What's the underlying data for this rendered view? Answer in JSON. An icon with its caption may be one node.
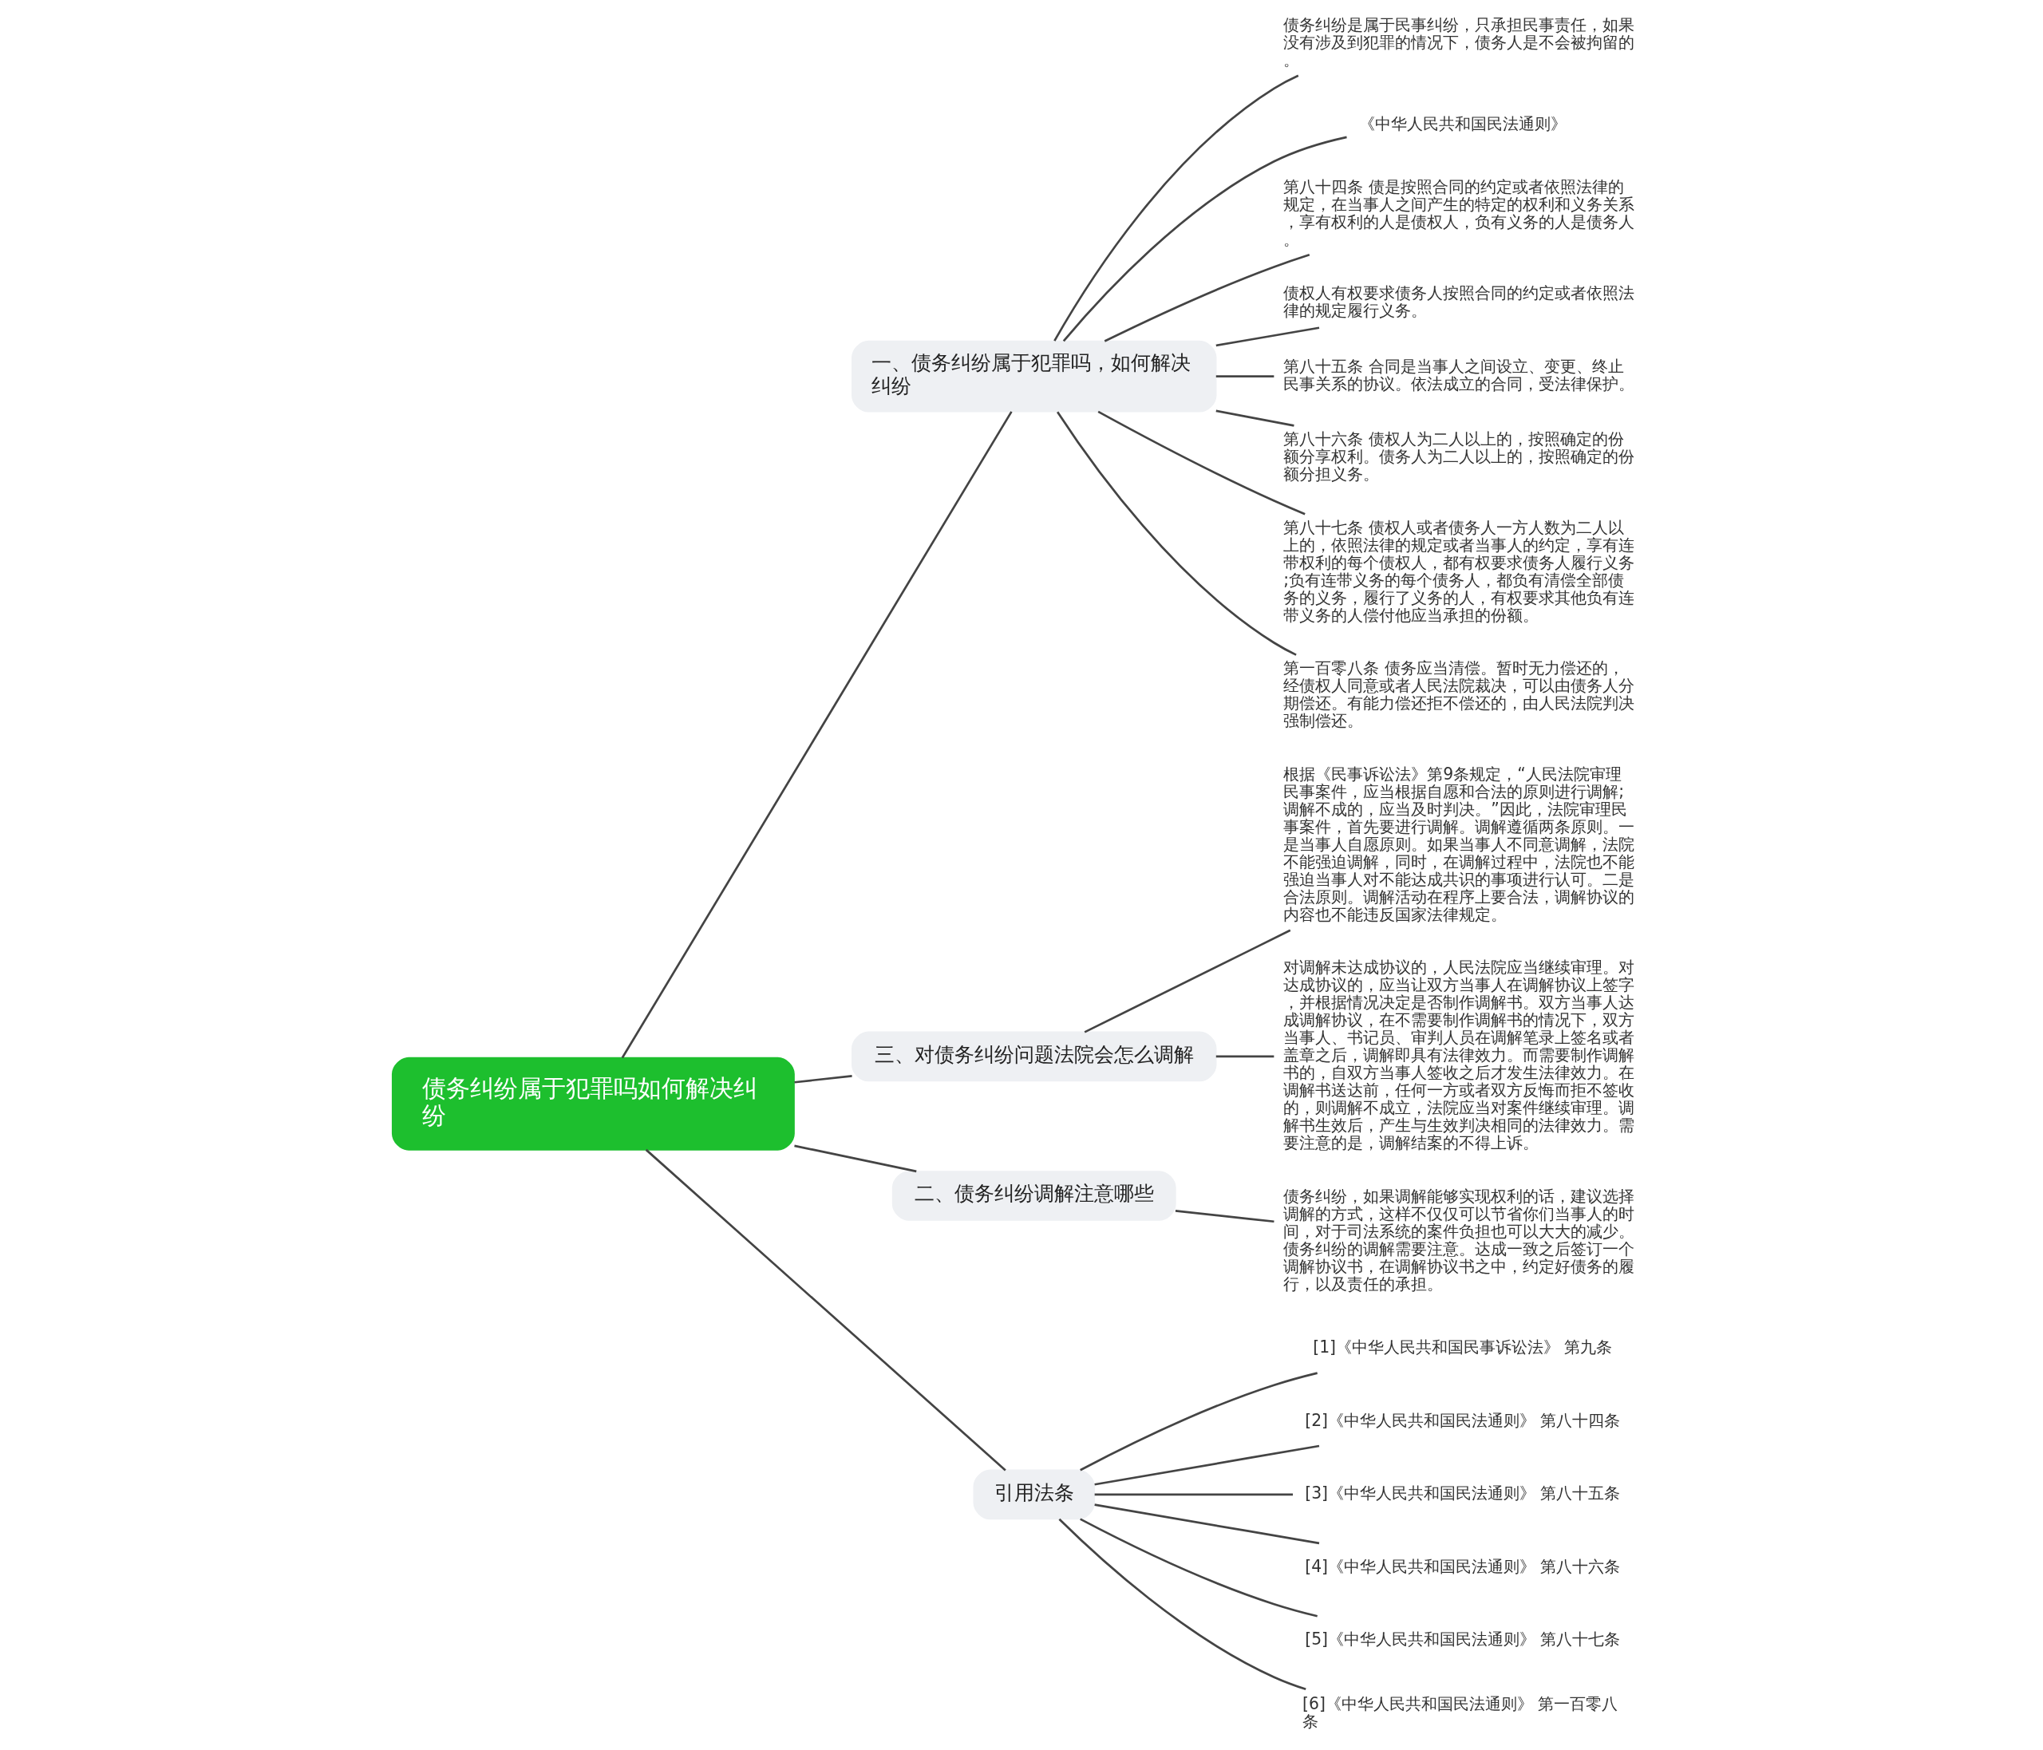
{
  "diagram": {
    "nodes": [
      {
        "text": [
          "债务纠纷属于犯罪吗如何解决纠纷"
        ]
      },
      {
        "text": [
          "一、债务纠纷属于犯罪吗，如何解决纠纷"
        ]
      },
      {
        "text": [
          "债务纠纷是属于民事纠纷，只承担民事责任，如果没有涉及到犯罪的情况下，债务人是不会被拘留的。"
        ]
      },
      {
        "text": [
          "《中华人民共和国民法通则》"
        ]
      },
      {
        "text": [
          "第八十四条 债是按照合同的约定或者依照法律的规定，在当事人之间产生的特定的权利和义务关系，享有权利的人是债权人，负有义务的人是债务人。"
        ]
      },
      {
        "text": [
          "债权人有权要求债务人按照合同的约定或者依照法律的规定履行义务。"
        ]
      },
      {
        "text": [
          "第八十五条 合同是当事人之间设立、变更、终止民事关系的协议。依法成立的合同，受法律保护。"
        ]
      },
      {
        "text": [
          "第八十六条 债权人为二人以上的，按照确定的份额分享权利。债务人为二人以上的，按照确定的份额分担义务。"
        ]
      },
      {
        "text": [
          "第八十七条 债权人或者债务人一方人数为二人以上的，依照法律的规定或者当事人的约定，享有连带权利的每个债权人，都有权要求债务人履行义务;负有连带义务的每个债务人，都负有清偿全部债务的义务，履行了义务的人，有权要求其他负有连带义务的人偿付他应当承担的份额。"
        ]
      },
      {
        "text": [
          "第一百零八条 债务应当清偿。暂时无力偿还的，经债权人同意或者人民法院裁决，可以由债务人分期偿还。有能力偿还拒不偿还的，由人民法院判决强制偿还。"
        ]
      },
      {
        "text": [
          "三、对债务纠纷问题法院会怎么调解"
        ]
      },
      {
        "text": [
          "根据《民事诉讼法》第9条规定，“人民法院审理民事案件，应当根据自愿和合法的原则进行调解;调解不成的，应当及时判决。”因此，法院审理民事案件，首先要进行调解。调解遵循两条原则。一是当事人自愿原则。如果当事人不同意调解，法院不能强迫调解，同时，在调解过程中，法院也不能强迫当事人对不能达成共识的事项进行认可。二是合法原则。调解活动在程序上要合法，调解协议的内容也不能违反国家法律规定。"
        ]
      },
      {
        "text": [
          "对调解未达成协议的，人民法院应当继续审理。对达成协议的，应当让双方当事人在调解协议上签字，并根据情况决定是否制作调解书。双方当事人达成调解协议，在不需要制作调解书的情况下，双方当事人、书记员、审判人员在调解笔录上签名或者盖章之后，调解即具有法律效力。而需要制作调解书的，自双方当事人签收之后才发生法律效力。在调解书送达前，任何一方或者双方反悔而拒不签收的，则调解不成立，法院应当对案件继续审理。调解书生效后，产生与生效判决相同的法律效力。需要注意的是，调解结案的不得上诉。"
        ]
      },
      {
        "text": [
          "二、债务纠纷调解注意哪些"
        ]
      },
      {
        "text": [
          "债务纠纷，如果调解能够实现权利的话，建议选择调解的方式，这样不仅仅可以节省你们当事人的时间，对于司法系统的案件负担也可以大大的减少。债务纠纷的调解需要注意。达成一致之后签订一个调解协议书，在调解协议书之中，约定好债务的履行，以及责任的承担。"
        ]
      },
      {
        "text": [
          "引用法条"
        ]
      },
      {
        "text": [
          "[1]《中华人民共和国民事诉讼法》 第九条"
        ]
      },
      {
        "text": [
          "[2]《中华人民共和国民法通则》 第八十四条"
        ]
      },
      {
        "text": [
          "[3]《中华人民共和国民法通则》 第八十五条"
        ]
      },
      {
        "text": [
          "[4]《中华人民共和国民法通则》 第八十六条"
        ]
      },
      {
        "text": [
          "[5]《中华人民共和国民法通则》 第八十七条"
        ]
      },
      {
        "text": [
          "[6]《中华人民共和国民法通则》 第一百零八条"
        ]
      }
    ],
    "edges": [
      {
        "from": 0,
        "to": 1,
        "arrow": "none"
      },
      {
        "from": 1,
        "to": 2,
        "arrow": "none"
      },
      {
        "from": 1,
        "to": 3,
        "arrow": "none"
      },
      {
        "from": 1,
        "to": 4,
        "arrow": "none"
      },
      {
        "from": 1,
        "to": 5,
        "arrow": "none"
      },
      {
        "from": 1,
        "to": 6,
        "arrow": "none"
      },
      {
        "from": 1,
        "to": 7,
        "arrow": "none"
      },
      {
        "from": 1,
        "to": 8,
        "arrow": "none"
      },
      {
        "from": 1,
        "to": 9,
        "arrow": "none"
      },
      {
        "from": 0,
        "to": 10,
        "arrow": "none"
      },
      {
        "from": 10,
        "to": 11,
        "arrow": "none"
      },
      {
        "from": 10,
        "to": 12,
        "arrow": "none"
      },
      {
        "from": 0,
        "to": 13,
        "arrow": "none"
      },
      {
        "from": 13,
        "to": 14,
        "arrow": "none"
      },
      {
        "from": 0,
        "to": 15,
        "arrow": "none"
      },
      {
        "from": 15,
        "to": 16,
        "arrow": "none"
      },
      {
        "from": 15,
        "to": 17,
        "arrow": "none"
      },
      {
        "from": 15,
        "to": 18,
        "arrow": "none"
      },
      {
        "from": 15,
        "to": 19,
        "arrow": "none"
      },
      {
        "from": 15,
        "to": 20,
        "arrow": "none"
      },
      {
        "from": 15,
        "to": 21,
        "arrow": "none"
      }
    ]
  }
}
